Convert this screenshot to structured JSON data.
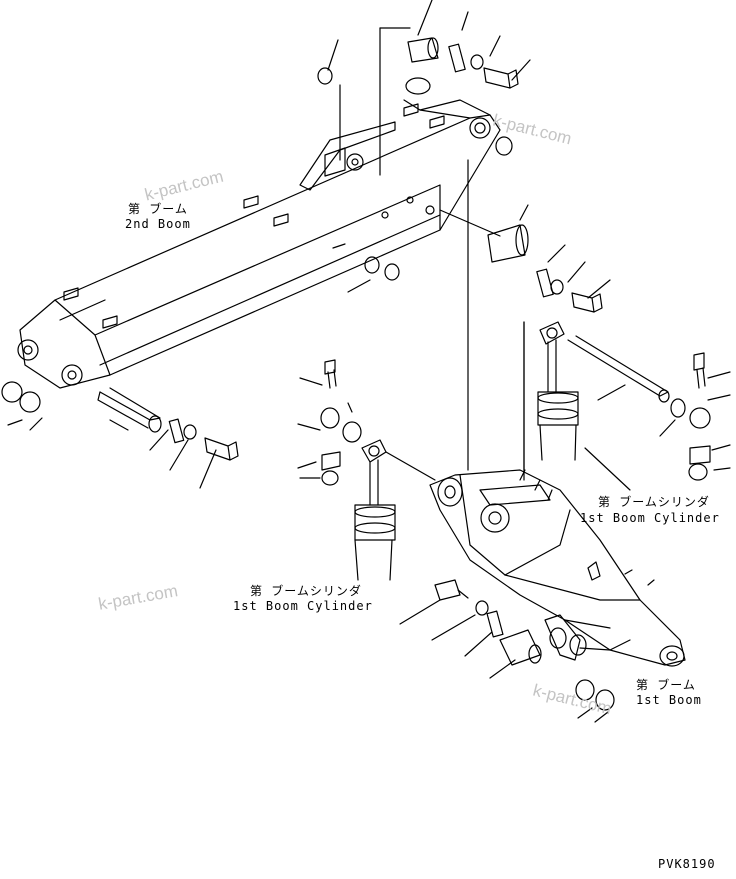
{
  "labels": {
    "second_boom_jp": "第 ブーム",
    "second_boom_en": "2nd Boom",
    "cylinder_left_jp": "第 ブームシリンダ",
    "cylinder_left_en": "1st Boom Cylinder",
    "cylinder_right_jp": "第 ブームシリンダ",
    "cylinder_right_en": "1st Boom Cylinder",
    "first_boom_jp": "第 ブーム",
    "first_boom_en": "1st Boom",
    "drawing_code": "PVK8190"
  },
  "watermarks": [
    "k-part.com",
    "k-part.com",
    "k-part.com",
    "k-part.com"
  ]
}
